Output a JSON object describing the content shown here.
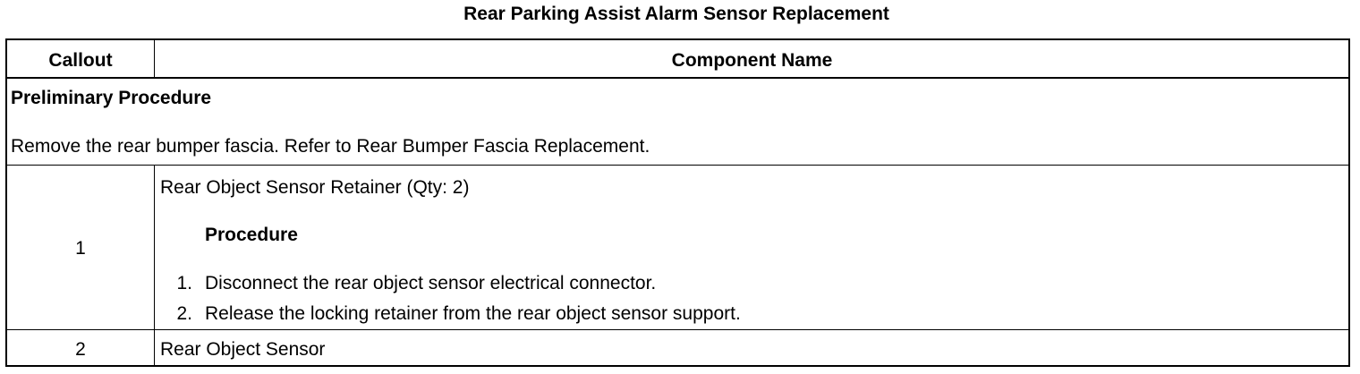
{
  "document": {
    "title": "Rear Parking Assist Alarm Sensor Replacement"
  },
  "table": {
    "headers": {
      "callout": "Callout",
      "component": "Component Name"
    },
    "preliminary": {
      "heading": "Preliminary Procedure",
      "text": "Remove the rear bumper fascia. Refer to Rear Bumper Fascia Replacement."
    },
    "rows": [
      {
        "callout": "1",
        "component": "Rear Object Sensor Retainer (Qty: 2)",
        "procedure_heading": "Procedure",
        "steps": [
          {
            "num": "1.",
            "text": "Disconnect the rear object sensor electrical connector."
          },
          {
            "num": "2.",
            "text": "Release the locking retainer from the rear object sensor support."
          }
        ]
      },
      {
        "callout": "2",
        "component": "Rear Object Sensor"
      }
    ]
  }
}
